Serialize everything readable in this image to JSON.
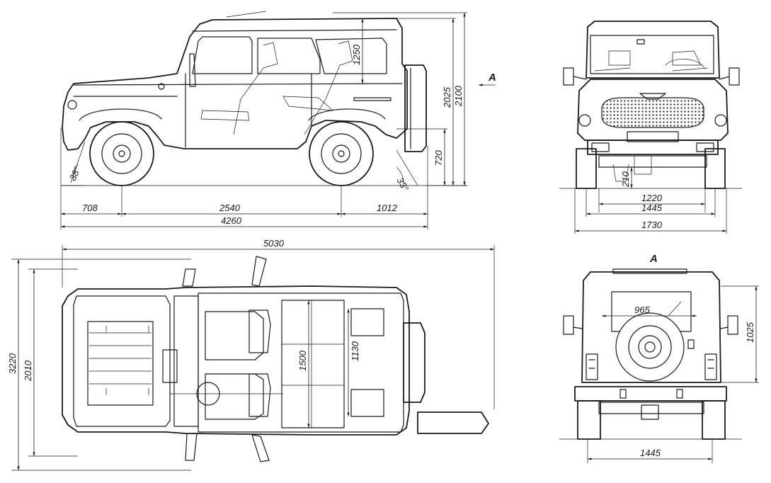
{
  "views": {
    "side": {
      "d708": "708",
      "d2540": "2540",
      "d1012": "1012",
      "d4260": "4260",
      "d720": "720",
      "d1250": "1250",
      "d2025": "2025",
      "d2100": "2100",
      "angle_front": "38°",
      "angle_rear": "33°",
      "view_marker": "A"
    },
    "front": {
      "d210": "210",
      "d1220": "1220",
      "d1445": "1445",
      "d1730": "1730"
    },
    "top": {
      "d5030": "5030",
      "d3220": "3220",
      "d2010": "2010",
      "d1500": "1500",
      "d1130": "1130"
    },
    "rear": {
      "view_marker": "A",
      "d965": "965",
      "d1025": "1025",
      "d1445": "1445"
    }
  }
}
